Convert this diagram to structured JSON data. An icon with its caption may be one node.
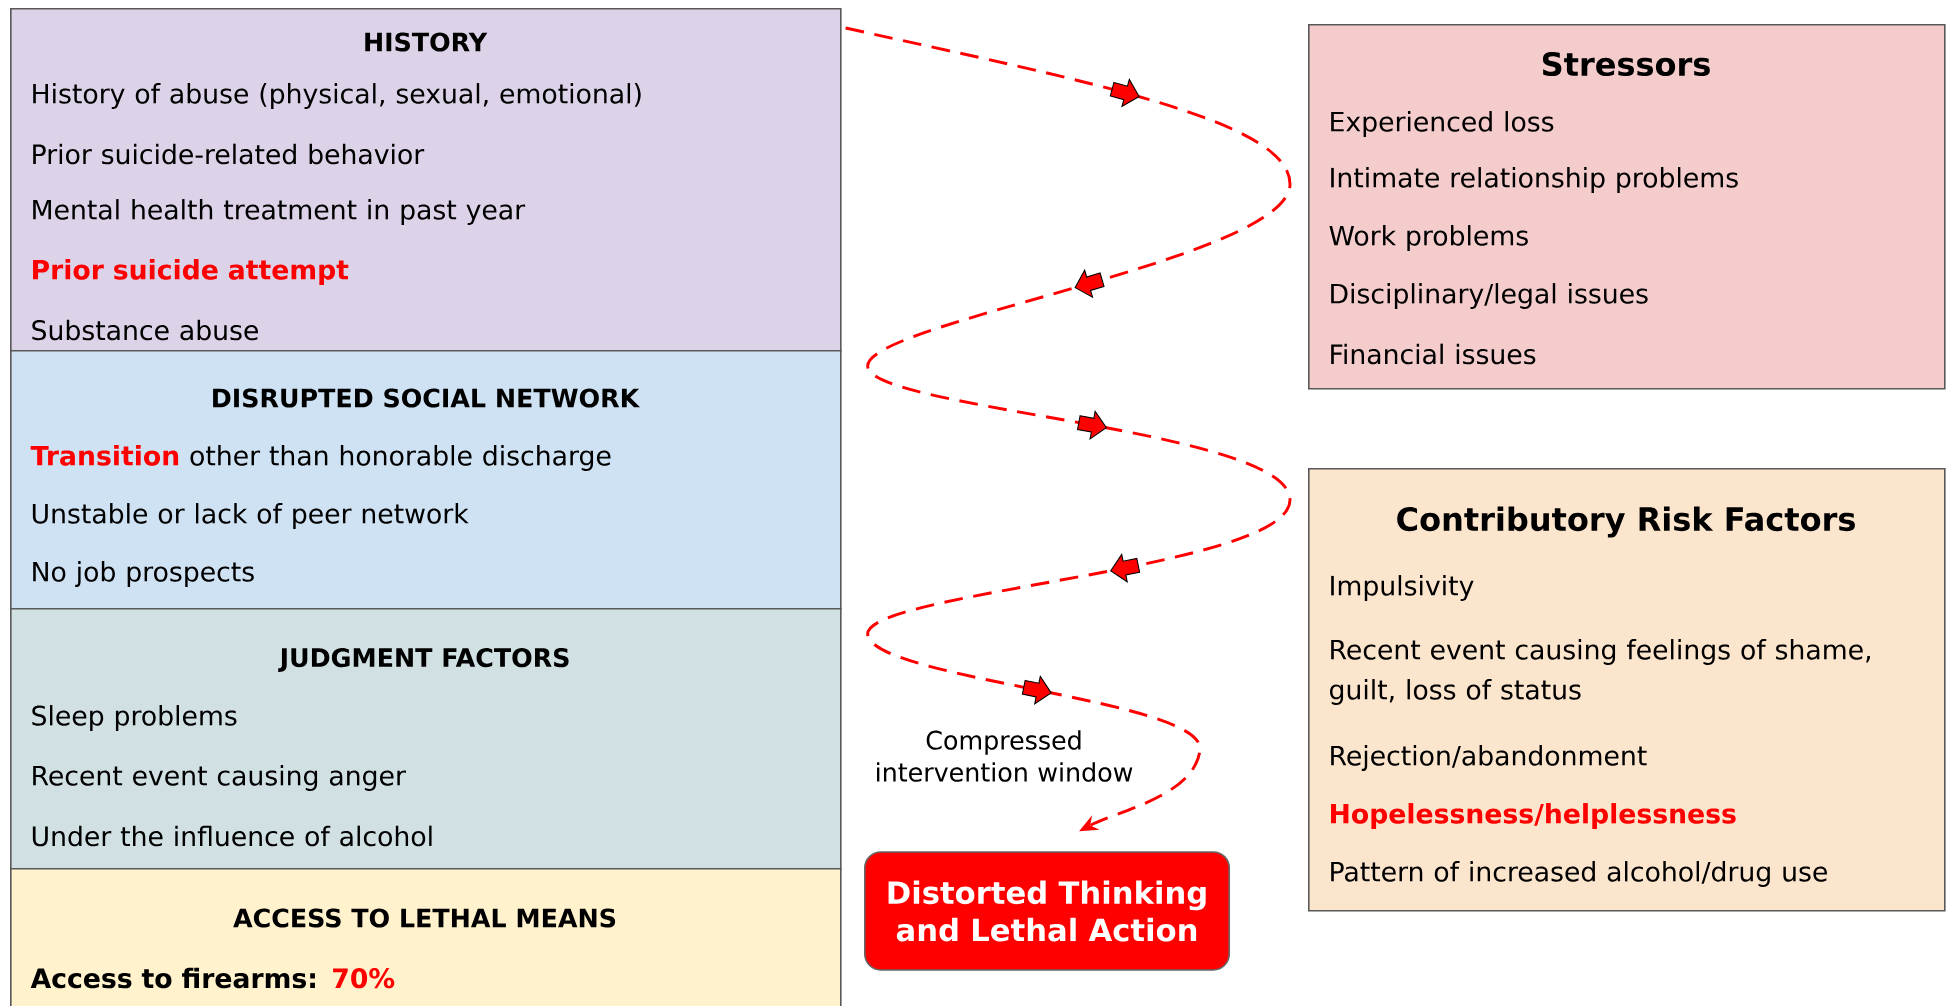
{
  "diagram": {
    "nodes": [
      {
        "text": [
          "HISTORY",
          "History of abuse (physical, sexual, emotional)",
          "Prior suicide-related behavior",
          "Mental health treatment in past year",
          "Prior suicide attempt",
          "Substance abuse"
        ]
      },
      {
        "text": [
          "DISRUPTED SOCIAL NETWORK",
          "**Transition** other than honorable discharge",
          "Unstable or lack of peer network",
          "No job prospects"
        ]
      },
      {
        "text": [
          "JUDGMENT FACTORS",
          "Sleep problems",
          "Recent event causing anger",
          "Under the influence of alcohol"
        ]
      },
      {
        "text": [
          "ACCESS TO LETHAL MEANS",
          "Access to firearms: **70%**"
        ]
      },
      {
        "text": [
          "Stressors",
          "Experienced loss",
          "Intimate relationship problems",
          "Work problems",
          "Disciplinary/legal issues",
          "Financial issues"
        ]
      },
      {
        "text": [
          "Contributory Risk Factors",
          "Impulsivity",
          "Recent event causing feelings of shame, guilt, loss of status",
          "Rejection/abandonment",
          "Hopelessness/helplessness",
          "Pattern of increased alcohol/drug use"
        ]
      },
      {
        "text": [
          "Distorted Thinking and Lethal Action"
        ]
      }
    ],
    "edges": [
      {
        "from": 0,
        "to": 6,
        "arrow": "to",
        "style": "dashed",
        "color": "#ff0000"
      }
    ],
    "labels": [
      "Compressed intervention window"
    ]
  }
}
